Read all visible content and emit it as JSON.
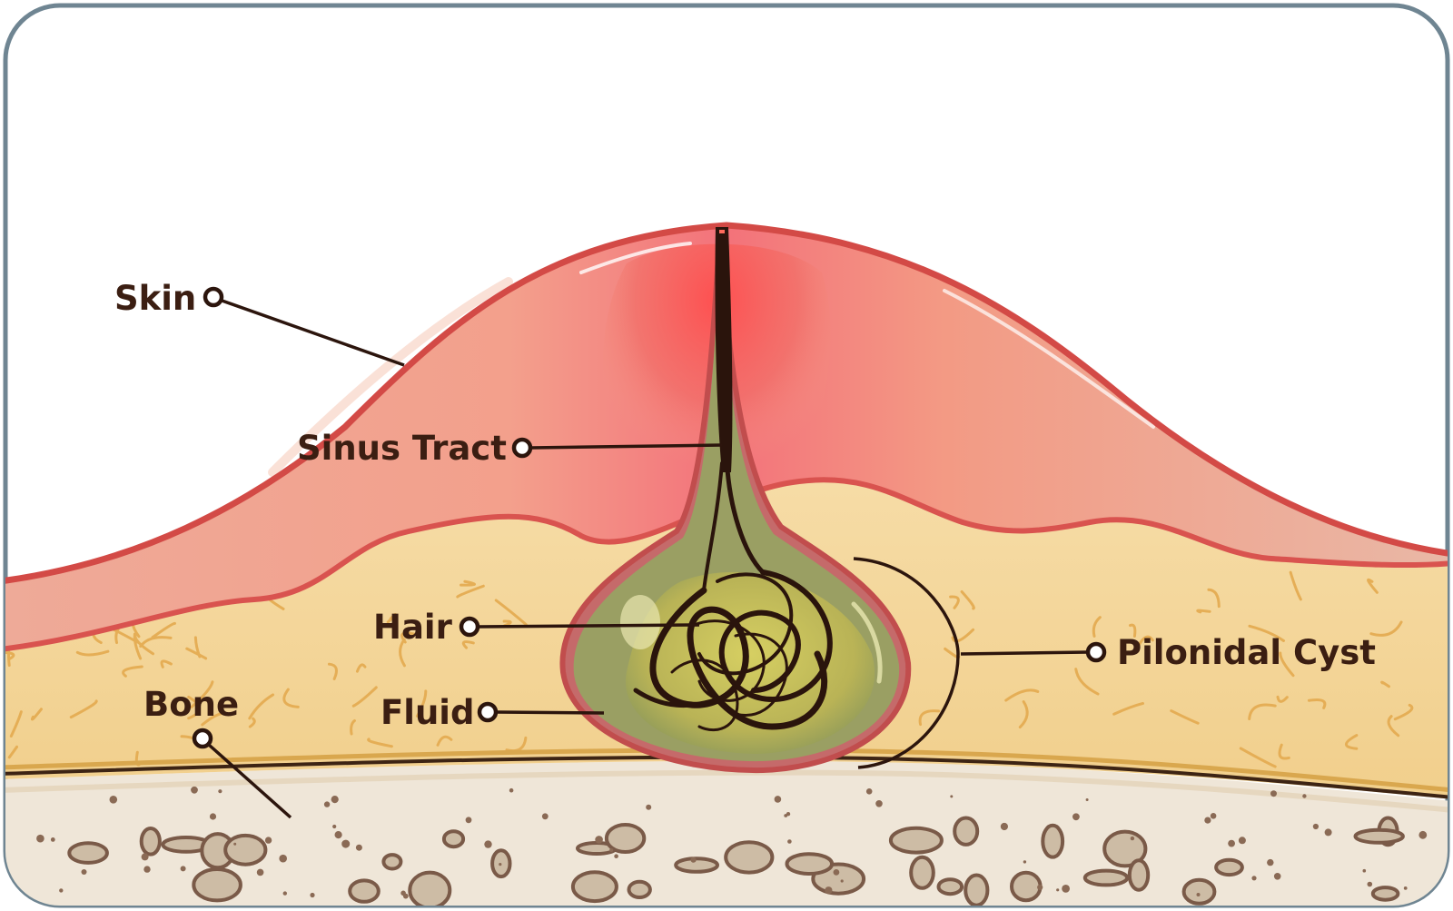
{
  "labels": {
    "skin": "Skin",
    "sinus_tract": "Sinus Tract",
    "hair": "Hair",
    "fluid": "Fluid",
    "bone": "Bone",
    "pilonidal_cyst": "Pilonidal Cyst"
  },
  "colors": {
    "frame_border": "#6f8592",
    "skin_outline": "#d9534f",
    "skin_fill": "#f0a692",
    "inflamed": "#f0605a",
    "fat_fill": "#f3d59a",
    "fat_veins": "#e6b15e",
    "cyst_outer": "#9a9f63",
    "cyst_fluid": "#c7c25a",
    "hair": "#2a140c",
    "bone_fill": "#efe6d8",
    "bone_particles": "#8a6a55",
    "leader": "#2c150d"
  }
}
